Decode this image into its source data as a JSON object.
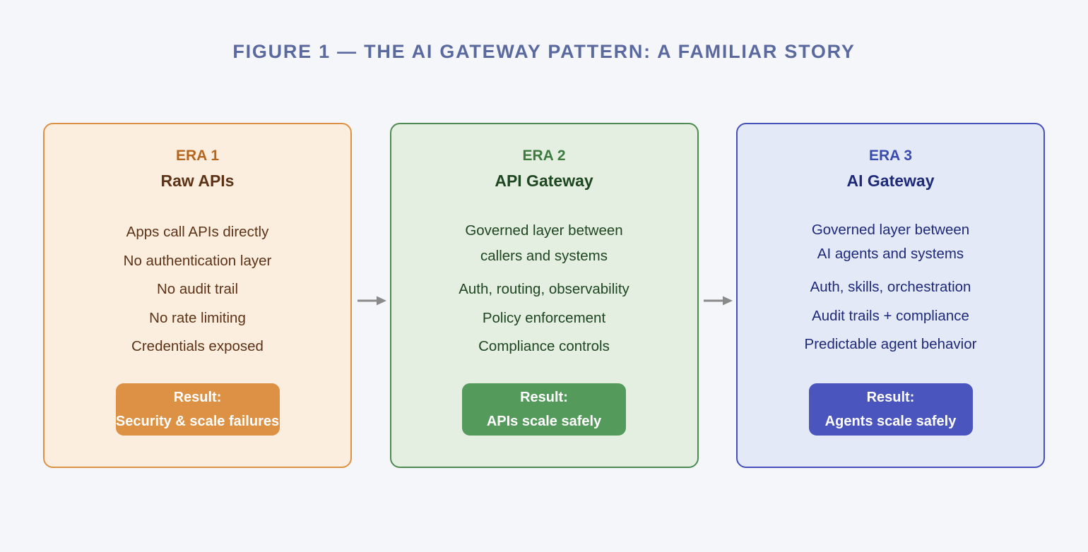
{
  "figure": {
    "title": "FIGURE 1 — THE AI GATEWAY PATTERN: A FAMILIAR STORY",
    "background_color": "#f5f6fa",
    "title_color": "#5a6a9e"
  },
  "panels": [
    {
      "era_label": "ERA 1",
      "name": "Raw APIs",
      "paragraph": [],
      "lines": [
        "Apps call APIs directly",
        "No authentication layer",
        "No audit trail",
        "No rate limiting",
        "Credentials exposed"
      ],
      "result": {
        "label": "Result:",
        "value": "Security & scale failures"
      },
      "colors": {
        "border": "#dd9144",
        "fill": "#fceede",
        "era": "#b5651d",
        "text": "#5c3317",
        "pill": "#dd9144",
        "pill_text": "#ffffff"
      }
    },
    {
      "era_label": "ERA 2",
      "name": "API Gateway",
      "paragraph": [
        "Governed layer between",
        "callers and systems"
      ],
      "lines": [
        "Auth, routing, observability",
        "Policy enforcement",
        "Compliance controls"
      ],
      "result": {
        "label": "Result:",
        "value": "APIs scale safely"
      },
      "colors": {
        "border": "#4e8b53",
        "fill": "#e4efe2",
        "era": "#3c7a3e",
        "text": "#1e4620",
        "pill": "#549a5b",
        "pill_text": "#ffffff"
      }
    },
    {
      "era_label": "ERA 3",
      "name": "AI Gateway",
      "paragraph": [
        "Governed layer between",
        "AI agents and systems"
      ],
      "lines": [
        "Auth, skills, orchestration",
        "Audit trails + compliance",
        "Predictable agent behavior"
      ],
      "result": {
        "label": "Result:",
        "value": "Agents scale safely"
      },
      "colors": {
        "border": "#4550b8",
        "fill": "#e3e9f7",
        "era": "#3a4baf",
        "text": "#1e2a78",
        "pill": "#4a55be",
        "pill_text": "#ffffff"
      }
    }
  ],
  "connectors": [
    {
      "icon": "arrow-right-icon",
      "color": "#8a8a8a"
    },
    {
      "icon": "arrow-right-icon",
      "color": "#8a8a8a"
    }
  ]
}
